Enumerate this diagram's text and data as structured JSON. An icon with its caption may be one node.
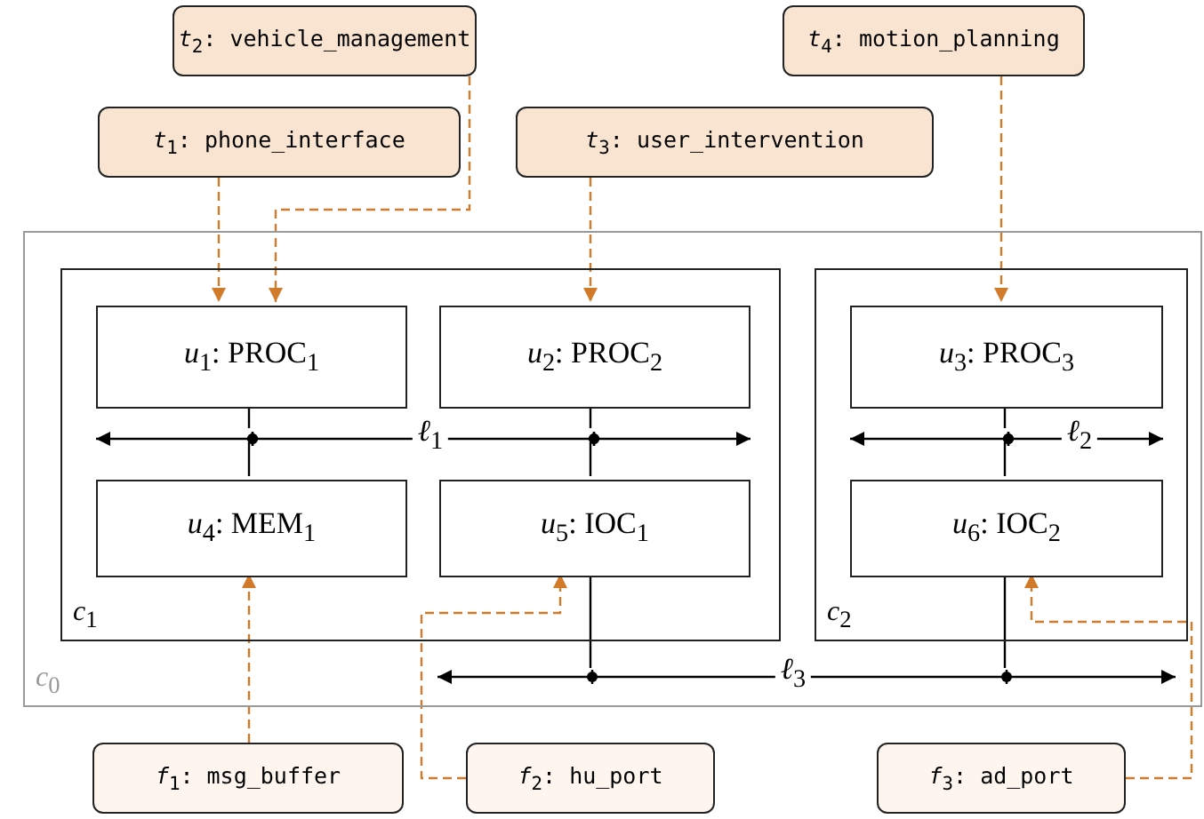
{
  "diagram": {
    "nodes": [
      {
        "text": [
          "*t*$_{2}$: vehicle_management"
        ]
      },
      {
        "text": [
          "*t*$_{4}$: motion_planning"
        ]
      },
      {
        "text": [
          "*t*$_{1}$: phone_interface"
        ]
      },
      {
        "text": [
          "*t*$_{3}$: user_intervention"
        ]
      },
      {
        "text": [
          "*c*$_{0}$"
        ]
      },
      {
        "text": [
          "*c*$_{1}$"
        ],
        "in": 4
      },
      {
        "text": [
          "*u*$_{1}$: PROC$_{1}$"
        ],
        "in": 5
      },
      {
        "text": [
          "*u*$_{2}$: PROC$_{2}$"
        ],
        "in": 5
      },
      {
        "text": [
          "*ℓ*$_{1}$"
        ],
        "in": 5
      },
      {
        "text": [
          "*u*$_{4}$: MEM$_{1}$"
        ],
        "in": 5
      },
      {
        "text": [
          "*u*$_{5}$: IOC$_{1}$"
        ],
        "in": 5
      },
      {
        "text": [
          "*c*$_{2}$"
        ],
        "in": 4
      },
      {
        "text": [
          "*u*$_{3}$: PROC$_{3}$"
        ],
        "in": 11
      },
      {
        "text": [
          "*ℓ*$_{2}$"
        ],
        "in": 11
      },
      {
        "text": [
          "*u*$_{6}$: IOC$_{2}$"
        ],
        "in": 11
      },
      {
        "text": [
          "*ℓ*$_{3}$"
        ],
        "in": 4
      },
      {
        "text": [
          "*f*$_{1}$: msg_buffer"
        ]
      },
      {
        "text": [
          "*f*$_{2}$: hu_port"
        ]
      },
      {
        "text": [
          "*f*$_{3}$: ad_port"
        ]
      }
    ],
    "edges": [
      {
        "from": 2,
        "to": 6,
        "arrow": "to",
        "style": "dashed",
        "color": "#d07a2a"
      },
      {
        "from": 0,
        "to": 6,
        "arrow": "to",
        "style": "dashed",
        "color": "#d07a2a"
      },
      {
        "from": 3,
        "to": 7,
        "arrow": "to",
        "style": "dashed",
        "color": "#d07a2a"
      },
      {
        "from": 1,
        "to": 12,
        "arrow": "to",
        "style": "dashed",
        "color": "#d07a2a"
      },
      {
        "from": 16,
        "to": 9,
        "arrow": "to",
        "style": "dashed",
        "color": "#d07a2a"
      },
      {
        "from": 17,
        "to": 10,
        "arrow": "to",
        "style": "dashed",
        "color": "#d07a2a"
      },
      {
        "from": 18,
        "to": 14,
        "arrow": "to",
        "style": "dashed",
        "color": "#d07a2a"
      },
      {
        "from": 6,
        "to": 8,
        "arrow": "none"
      },
      {
        "from": 9,
        "to": 8,
        "arrow": "none"
      },
      {
        "from": 7,
        "to": 8,
        "arrow": "none"
      },
      {
        "from": 10,
        "to": 8,
        "arrow": "none"
      },
      {
        "from": 12,
        "to": 13,
        "arrow": "none"
      },
      {
        "from": 14,
        "to": 13,
        "arrow": "none"
      },
      {
        "from": 10,
        "to": 15,
        "arrow": "none"
      },
      {
        "from": 14,
        "to": 15,
        "arrow": "none"
      }
    ]
  }
}
